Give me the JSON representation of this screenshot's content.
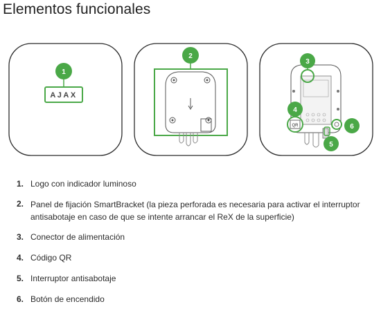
{
  "title": "Elementos funcionales",
  "colors": {
    "accent_green": "#4aa847",
    "outline": "#2a2a2a"
  },
  "figures": {
    "fig1": {
      "badge": "1",
      "logo_text": "AJAX",
      "icon": "hub-front-logo"
    },
    "fig2": {
      "badge": "2",
      "icon": "smartbracket-panel-arrow"
    },
    "fig3": {
      "badges": [
        "3",
        "4",
        "5",
        "6"
      ],
      "qr_text": "QR",
      "icon": "hub-back-components"
    }
  },
  "items": [
    {
      "num": "1.",
      "text": "Logo con indicador luminoso"
    },
    {
      "num": "2.",
      "text": "Panel de fijación SmartBracket (la pieza perforada es necesaria para activar el interruptor antisabotaje en caso de que se intente arrancar el ReX de la superficie)"
    },
    {
      "num": "3.",
      "text": "Conector de alimentación"
    },
    {
      "num": "4.",
      "text": "Código QR"
    },
    {
      "num": "5.",
      "text": "Interruptor antisabotaje"
    },
    {
      "num": "6.",
      "text": "Botón de encendido"
    }
  ]
}
